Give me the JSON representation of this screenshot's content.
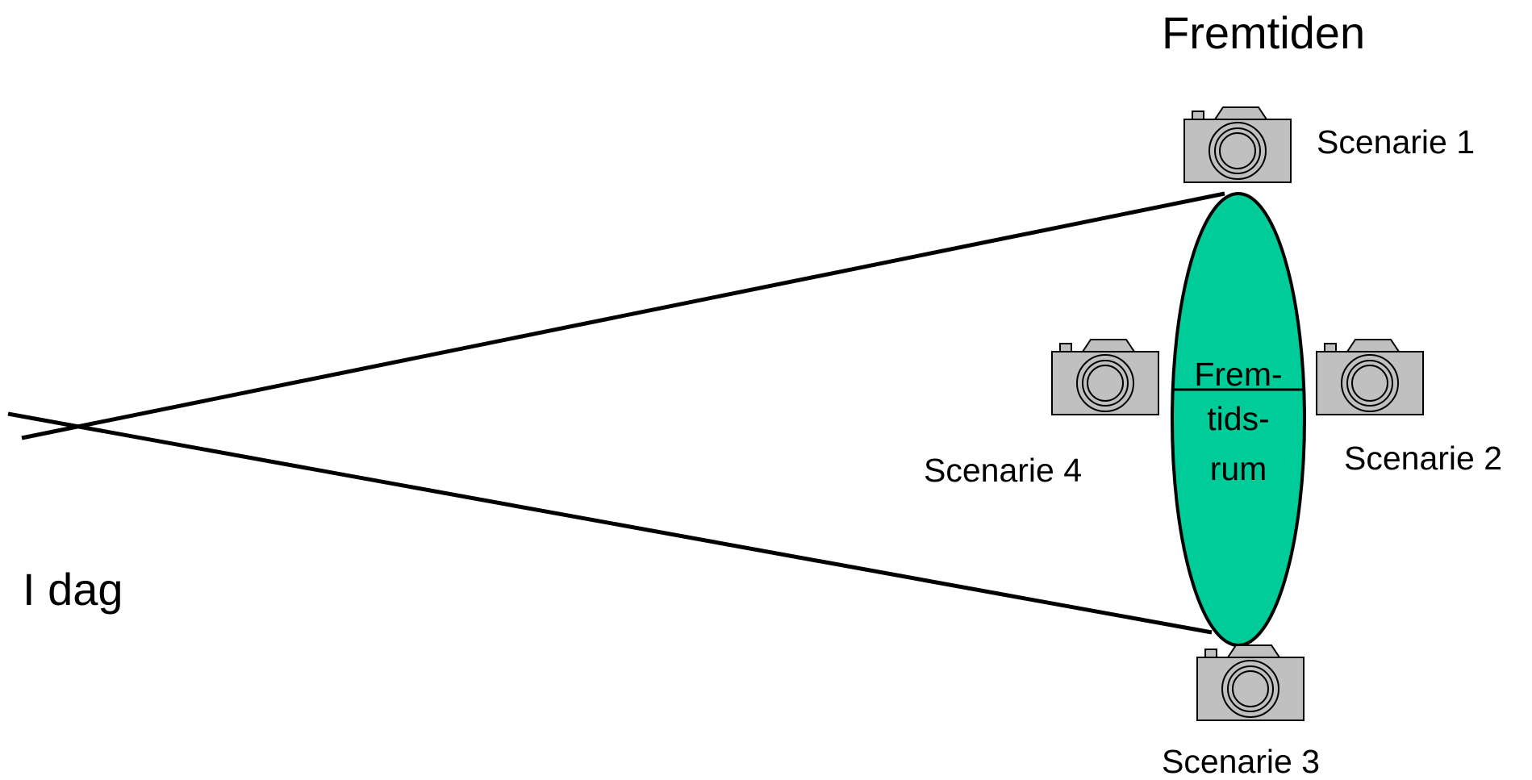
{
  "labels": {
    "future": "Fremtiden",
    "today": "I dag"
  },
  "ellipse": {
    "line1": "Frem-",
    "line2": "tids-",
    "line3": "rum",
    "fill_color": "#00CC99"
  },
  "scenarios": [
    {
      "label": "Scenarie 1"
    },
    {
      "label": "Scenarie 2"
    },
    {
      "label": "Scenarie 3"
    },
    {
      "label": "Scenarie 4"
    }
  ],
  "colors": {
    "camera_body": "#C0C0C0",
    "stroke": "#000000"
  },
  "icons": [
    "camera-icon"
  ]
}
